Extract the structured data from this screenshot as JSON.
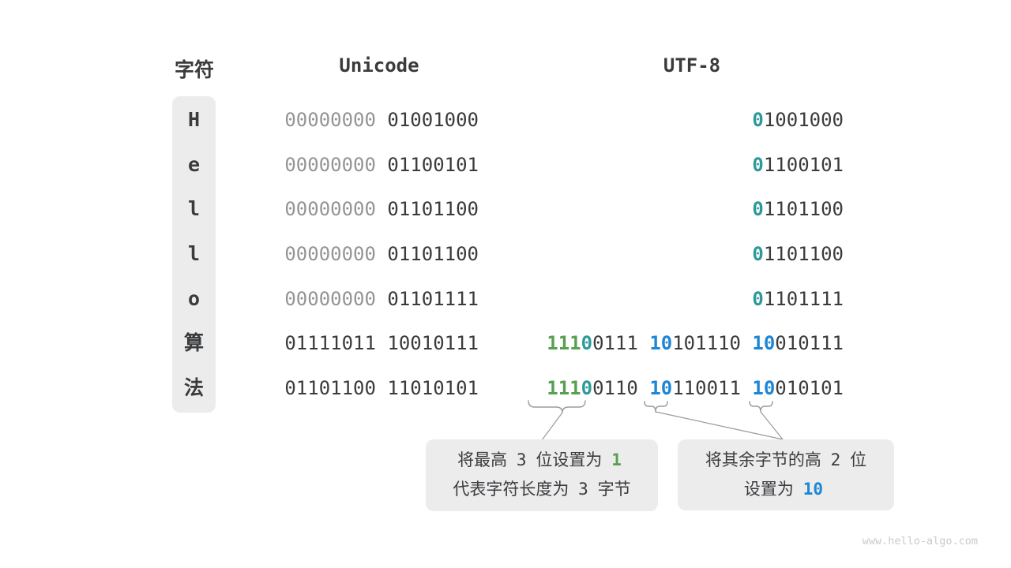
{
  "watermark": "www.hello-algo.com",
  "headers": {
    "char": "字符",
    "unicode": "Unicode",
    "utf8": "UTF-8"
  },
  "colors": {
    "text": "#3a3b3d",
    "muted_zero": "#949497",
    "green": "#56a04f",
    "teal": "#2d9a99",
    "blue": "#1e86d5",
    "panel_bg": "#ececed",
    "connector": "#9b9b9b",
    "watermark_text": "#c9c9c9"
  },
  "rows": [
    {
      "char": "H",
      "unicode": [
        {
          "t": "00000000",
          "c": "muted"
        },
        {
          "t": " 01001000"
        }
      ],
      "utf8": [
        {
          "t": "0",
          "c": "teal",
          "b": 1
        },
        {
          "t": "1001000"
        }
      ]
    },
    {
      "char": "e",
      "unicode": [
        {
          "t": "00000000",
          "c": "muted"
        },
        {
          "t": " 01100101"
        }
      ],
      "utf8": [
        {
          "t": "0",
          "c": "teal",
          "b": 1
        },
        {
          "t": "1100101"
        }
      ]
    },
    {
      "char": "l",
      "unicode": [
        {
          "t": "00000000",
          "c": "muted"
        },
        {
          "t": " 01101100"
        }
      ],
      "utf8": [
        {
          "t": "0",
          "c": "teal",
          "b": 1
        },
        {
          "t": "1101100"
        }
      ]
    },
    {
      "char": "l",
      "unicode": [
        {
          "t": "00000000",
          "c": "muted"
        },
        {
          "t": " 01101100"
        }
      ],
      "utf8": [
        {
          "t": "0",
          "c": "teal",
          "b": 1
        },
        {
          "t": "1101100"
        }
      ]
    },
    {
      "char": "o",
      "unicode": [
        {
          "t": "00000000",
          "c": "muted"
        },
        {
          "t": " 01101111"
        }
      ],
      "utf8": [
        {
          "t": "0",
          "c": "teal",
          "b": 1
        },
        {
          "t": "1101111"
        }
      ]
    },
    {
      "char": "算",
      "unicode": [
        {
          "t": "01111011 10010111"
        }
      ],
      "utf8": [
        {
          "t": "111",
          "c": "green",
          "b": 1
        },
        {
          "t": "0",
          "c": "teal",
          "b": 1
        },
        {
          "t": "0111 "
        },
        {
          "t": "10",
          "c": "blue",
          "b": 1
        },
        {
          "t": "101110 "
        },
        {
          "t": "10",
          "c": "blue",
          "b": 1
        },
        {
          "t": "010111"
        }
      ]
    },
    {
      "char": "法",
      "unicode": [
        {
          "t": "01101100 11010101"
        }
      ],
      "utf8": [
        {
          "t": "111",
          "c": "green",
          "b": 1
        },
        {
          "t": "0",
          "c": "teal",
          "b": 1
        },
        {
          "t": "0110 "
        },
        {
          "t": "10",
          "c": "blue",
          "b": 1
        },
        {
          "t": "110011 "
        },
        {
          "t": "10",
          "c": "blue",
          "b": 1
        },
        {
          "t": "010101"
        }
      ]
    }
  ],
  "annotations": [
    {
      "id": "leading-bits",
      "lines": [
        [
          {
            "t": "将最高 "
          },
          {
            "t": "3",
            "num": 1
          },
          {
            "t": " 位设置为 "
          },
          {
            "t": "1",
            "c": "green",
            "b": 1,
            "num": 1
          }
        ],
        [
          {
            "t": "代表字符长度为 "
          },
          {
            "t": "3",
            "num": 1
          },
          {
            "t": " 字节"
          }
        ]
      ]
    },
    {
      "id": "continuation-bits",
      "lines": [
        [
          {
            "t": "将其余字节的高 "
          },
          {
            "t": "2",
            "num": 1
          },
          {
            "t": " 位"
          }
        ],
        [
          {
            "t": "设置为 "
          },
          {
            "t": "10",
            "c": "blue",
            "b": 1,
            "num": 1
          }
        ]
      ]
    }
  ]
}
